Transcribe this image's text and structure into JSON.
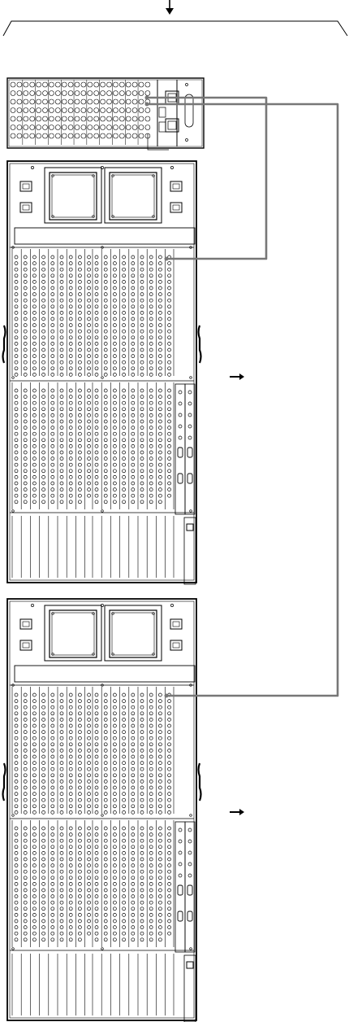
{
  "diagram": {
    "components": [
      {
        "id": "top-unit",
        "label": ""
      },
      {
        "id": "chassis-1",
        "label": ""
      },
      {
        "id": "chassis-2",
        "label": ""
      }
    ],
    "cables": [
      {
        "from": "top-unit",
        "to": "chassis-1"
      },
      {
        "from": "top-unit",
        "to": "chassis-2"
      }
    ],
    "colors": {
      "line": "#000000",
      "cable": "#777777",
      "background": "#ffffff"
    }
  }
}
